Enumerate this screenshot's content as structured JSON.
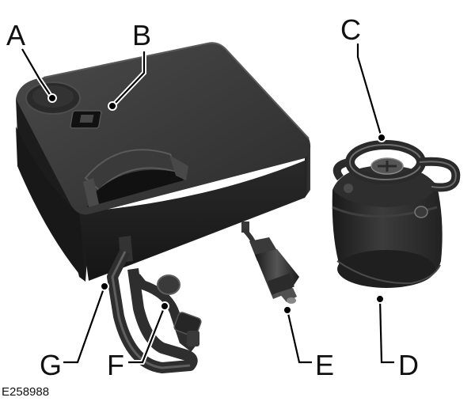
{
  "figure": {
    "reference": "E258988",
    "callouts": [
      {
        "id": "A",
        "label": "A"
      },
      {
        "id": "B",
        "label": "B"
      },
      {
        "id": "C",
        "label": "C"
      },
      {
        "id": "D",
        "label": "D"
      },
      {
        "id": "E",
        "label": "E"
      },
      {
        "id": "F",
        "label": "F"
      },
      {
        "id": "G",
        "label": "G"
      }
    ]
  },
  "colors": {
    "body_top": "#3a3a3a",
    "body_side": "#1e1e1e",
    "body_dark": "#141414",
    "highlight": "#6a6a6a",
    "leader": "#000000"
  },
  "icons": [
    "compressor-unit",
    "sealant-canister",
    "power-plug",
    "inflation-hose"
  ]
}
